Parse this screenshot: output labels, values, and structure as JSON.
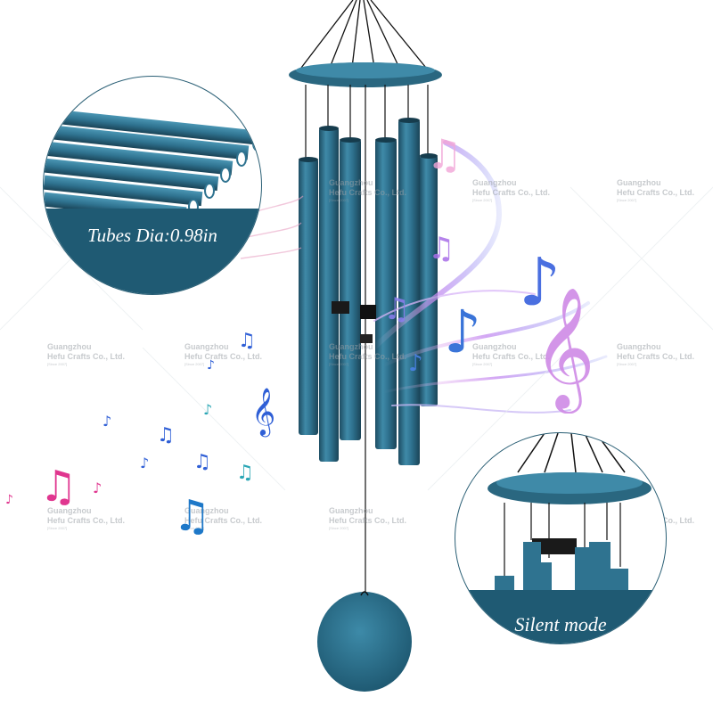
{
  "watermark": {
    "line1": "Guangzhou",
    "line2": "Hefu Crafts Co., Ltd.",
    "line3": "[Since 2007]"
  },
  "insets": {
    "tubes_label": "Tubes Dia:0.98in",
    "silent_label": "Silent mode"
  },
  "colors": {
    "tube_blue": "#2f7390",
    "band_blue": "#1f5a73",
    "notes": [
      "#e0368f",
      "#2f5fd6",
      "#b06be0",
      "#2aa6b5",
      "#1e78c8"
    ]
  },
  "icons": {
    "notes": "music-note-icon",
    "clef": "treble-clef-icon"
  }
}
